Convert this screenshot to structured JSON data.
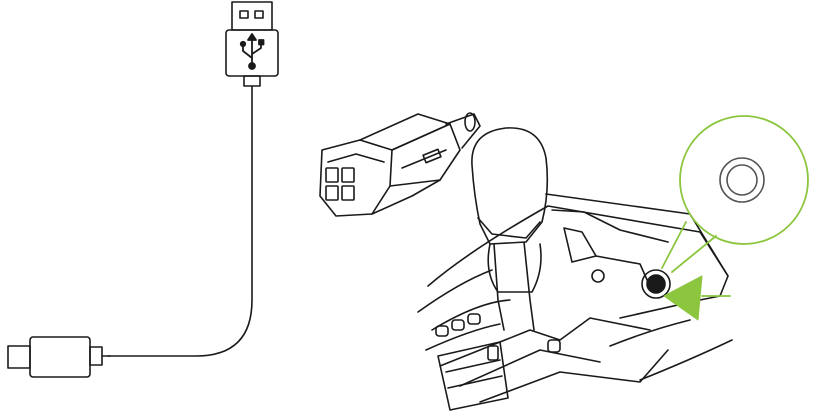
{
  "illustration": {
    "line_color": "#1a1a1a",
    "accent_color": "#8cc63f",
    "background": "#ffffff",
    "parts": [
      "usb-cable",
      "usb-plug",
      "micro-usb-plug",
      "car-charger",
      "gear-shifter",
      "center-console",
      "cigarette-lighter-socket",
      "socket-zoom-callout",
      "insert-arrow"
    ]
  }
}
